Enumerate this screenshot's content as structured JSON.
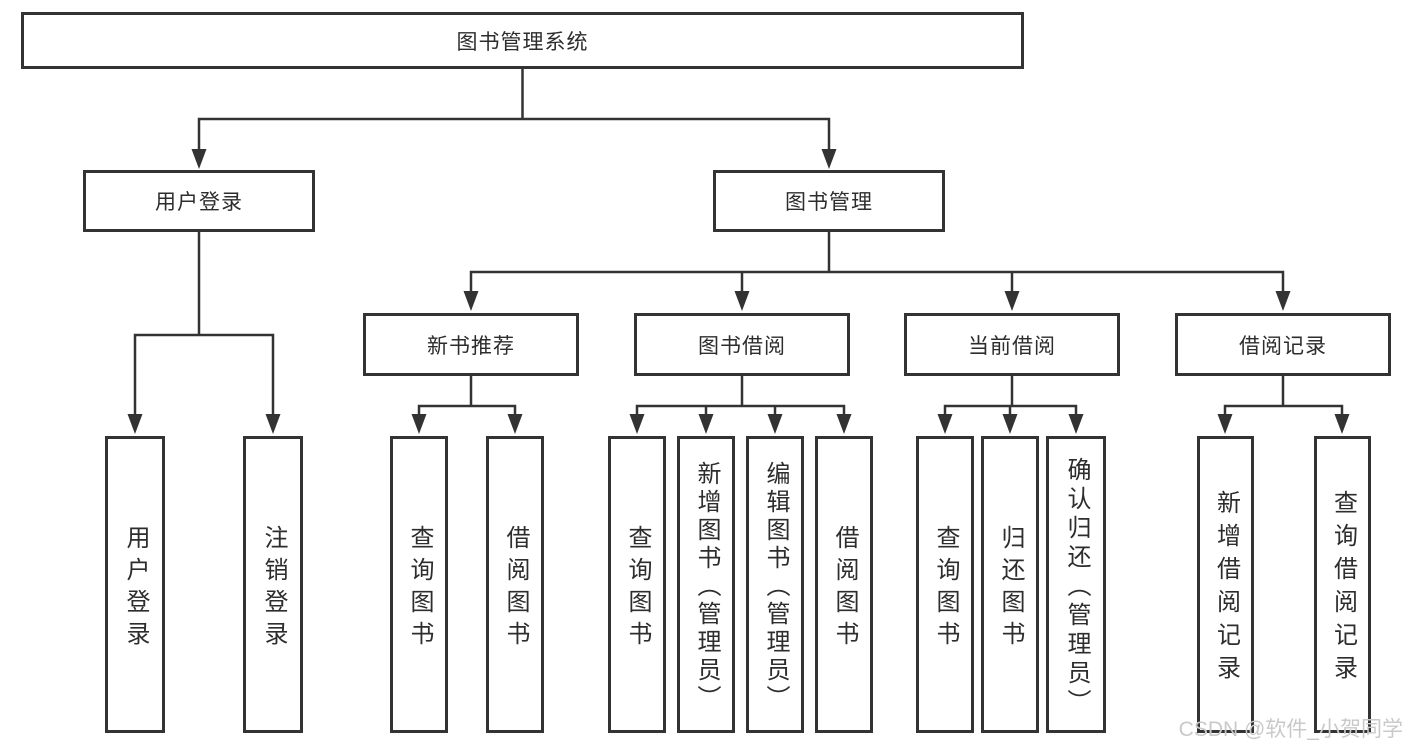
{
  "tree": {
    "root": {
      "label": "图书管理系统",
      "children": [
        {
          "label": "用户登录",
          "children": [
            {
              "label": "用户登录"
            },
            {
              "label": "注销登录"
            }
          ]
        },
        {
          "label": "图书管理",
          "children": [
            {
              "label": "新书推荐",
              "children": [
                {
                  "label": "查询图书"
                },
                {
                  "label": "借阅图书"
                }
              ]
            },
            {
              "label": "图书借阅",
              "children": [
                {
                  "label": "查询图书"
                },
                {
                  "label": "新增图书（管理员）"
                },
                {
                  "label": "编辑图书（管理员）"
                },
                {
                  "label": "借阅图书"
                }
              ]
            },
            {
              "label": "当前借阅",
              "children": [
                {
                  "label": "查询图书"
                },
                {
                  "label": "归还图书"
                },
                {
                  "label": "确认归还（管理员）"
                }
              ]
            },
            {
              "label": "借阅记录",
              "children": [
                {
                  "label": "新增借阅记录"
                },
                {
                  "label": "查询借阅记录"
                }
              ]
            }
          ]
        }
      ]
    }
  },
  "watermark": {
    "text": "CSDN @软件_小贺同学",
    "color": "#c9c9c9"
  },
  "colors": {
    "line": "#333333",
    "box_border": "#333333",
    "text": "#2d2d2d",
    "background": "#ffffff"
  }
}
